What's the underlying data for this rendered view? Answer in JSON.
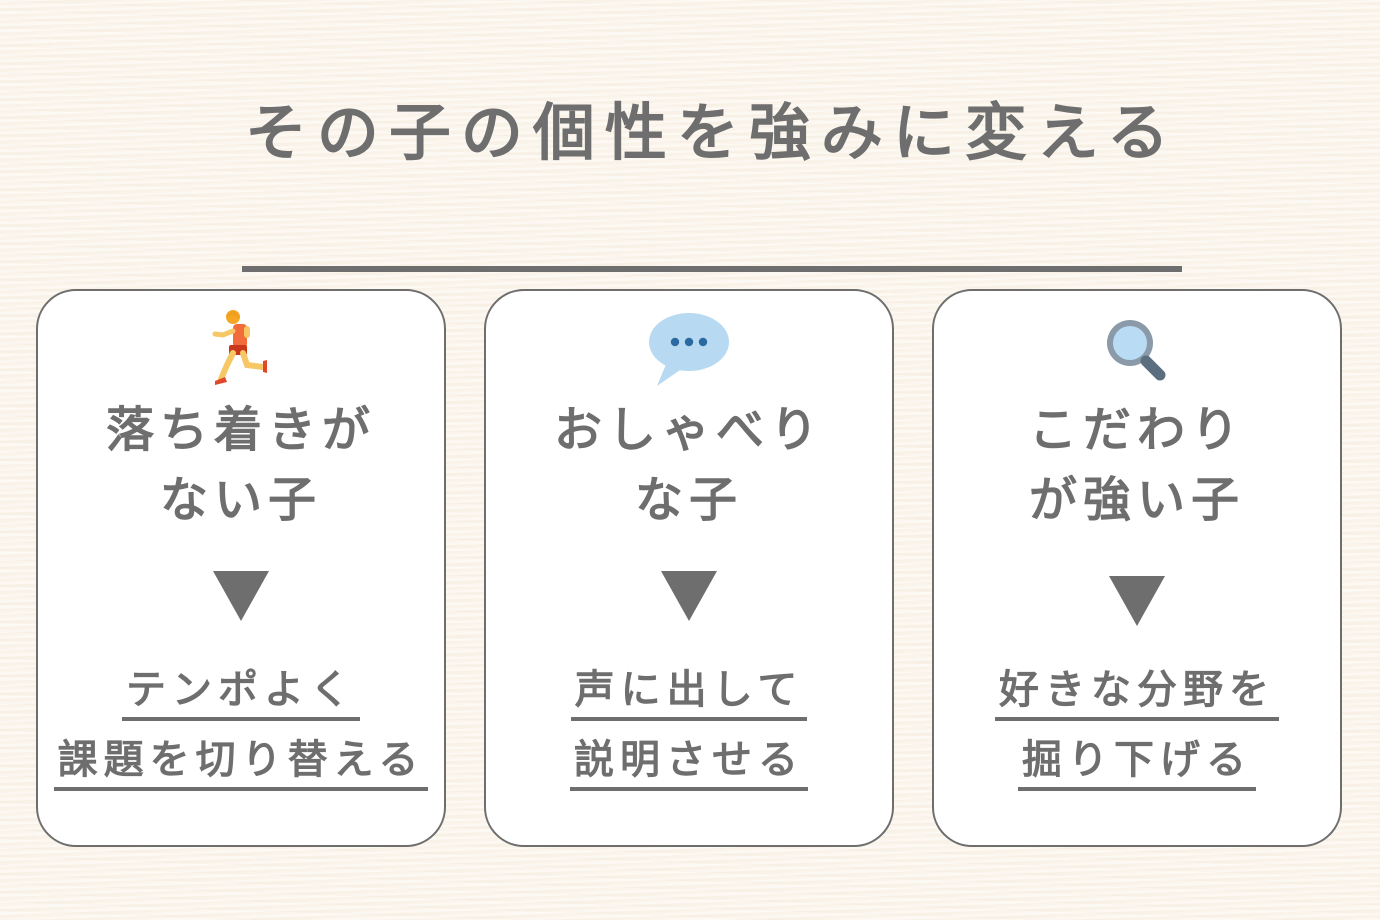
{
  "title": "その子の個性を強みに変える",
  "colors": {
    "background": "#fbf5ec",
    "text": "#6e6e6e",
    "card": "#ffffff",
    "border": "#6e6e6e"
  },
  "cards": [
    {
      "icon": "running-person-icon",
      "heading": [
        "落ち着きが",
        "ない子"
      ],
      "arrow": "down-triangle-icon",
      "tip": [
        "テンポよく",
        "課題を切り替える"
      ]
    },
    {
      "icon": "speech-bubble-icon",
      "heading": [
        "おしゃべり",
        "な子"
      ],
      "arrow": "down-triangle-icon",
      "tip": [
        "声に出して",
        "説明させる"
      ]
    },
    {
      "icon": "magnifying-glass-icon",
      "heading": [
        "こだわり",
        "が強い子"
      ],
      "arrow": "down-triangle-icon",
      "tip": [
        "好きな分野を",
        "掘り下げる"
      ]
    }
  ]
}
